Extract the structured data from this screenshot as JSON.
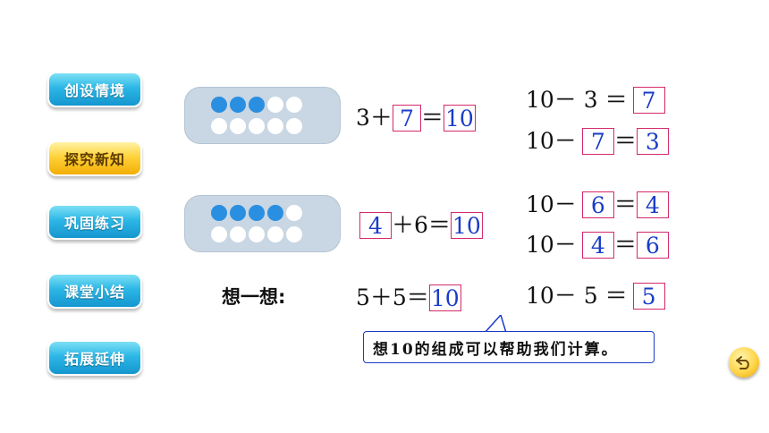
{
  "nav": [
    {
      "label": "创设情境",
      "active": false
    },
    {
      "label": "探究新知",
      "active": true
    },
    {
      "label": "巩固练习",
      "active": false
    },
    {
      "label": "课堂小结",
      "active": false
    },
    {
      "label": "拓展延伸",
      "active": false
    }
  ],
  "frames": [
    {
      "filled": 3,
      "total": 10
    },
    {
      "filled": 4,
      "total": 10
    }
  ],
  "eq1": {
    "a": "3＋",
    "box": "7",
    "eq": "＝",
    "ans": "10"
  },
  "eq2": {
    "box": "4",
    "rest": "＋6＝",
    "ans": "10"
  },
  "sub1": {
    "left": "10－ 3 ＝",
    "box": "7"
  },
  "sub2": {
    "left": "10－",
    "box": "7",
    "eq": "＝",
    "ans": "3"
  },
  "sub3": {
    "left": "10－",
    "box": "6",
    "eq": "＝",
    "ans": "4"
  },
  "sub4": {
    "left": "10－",
    "box": "4",
    "eq": "＝",
    "ans": "6"
  },
  "think_label": "想一想:",
  "eq3": {
    "left": "5＋5＝",
    "ans": "10"
  },
  "sub5": {
    "left": "10－ 5 ＝",
    "box": "5"
  },
  "bubble_text": "想10的组成可以帮助我们计算。",
  "colors": {
    "box_border": "#d42a6c",
    "box_text": "#1a3cc8",
    "dot_filled": "#2a8fe0",
    "frame_bg": "#c9d6e3"
  },
  "icons": {
    "back": "back-arrow-icon"
  }
}
